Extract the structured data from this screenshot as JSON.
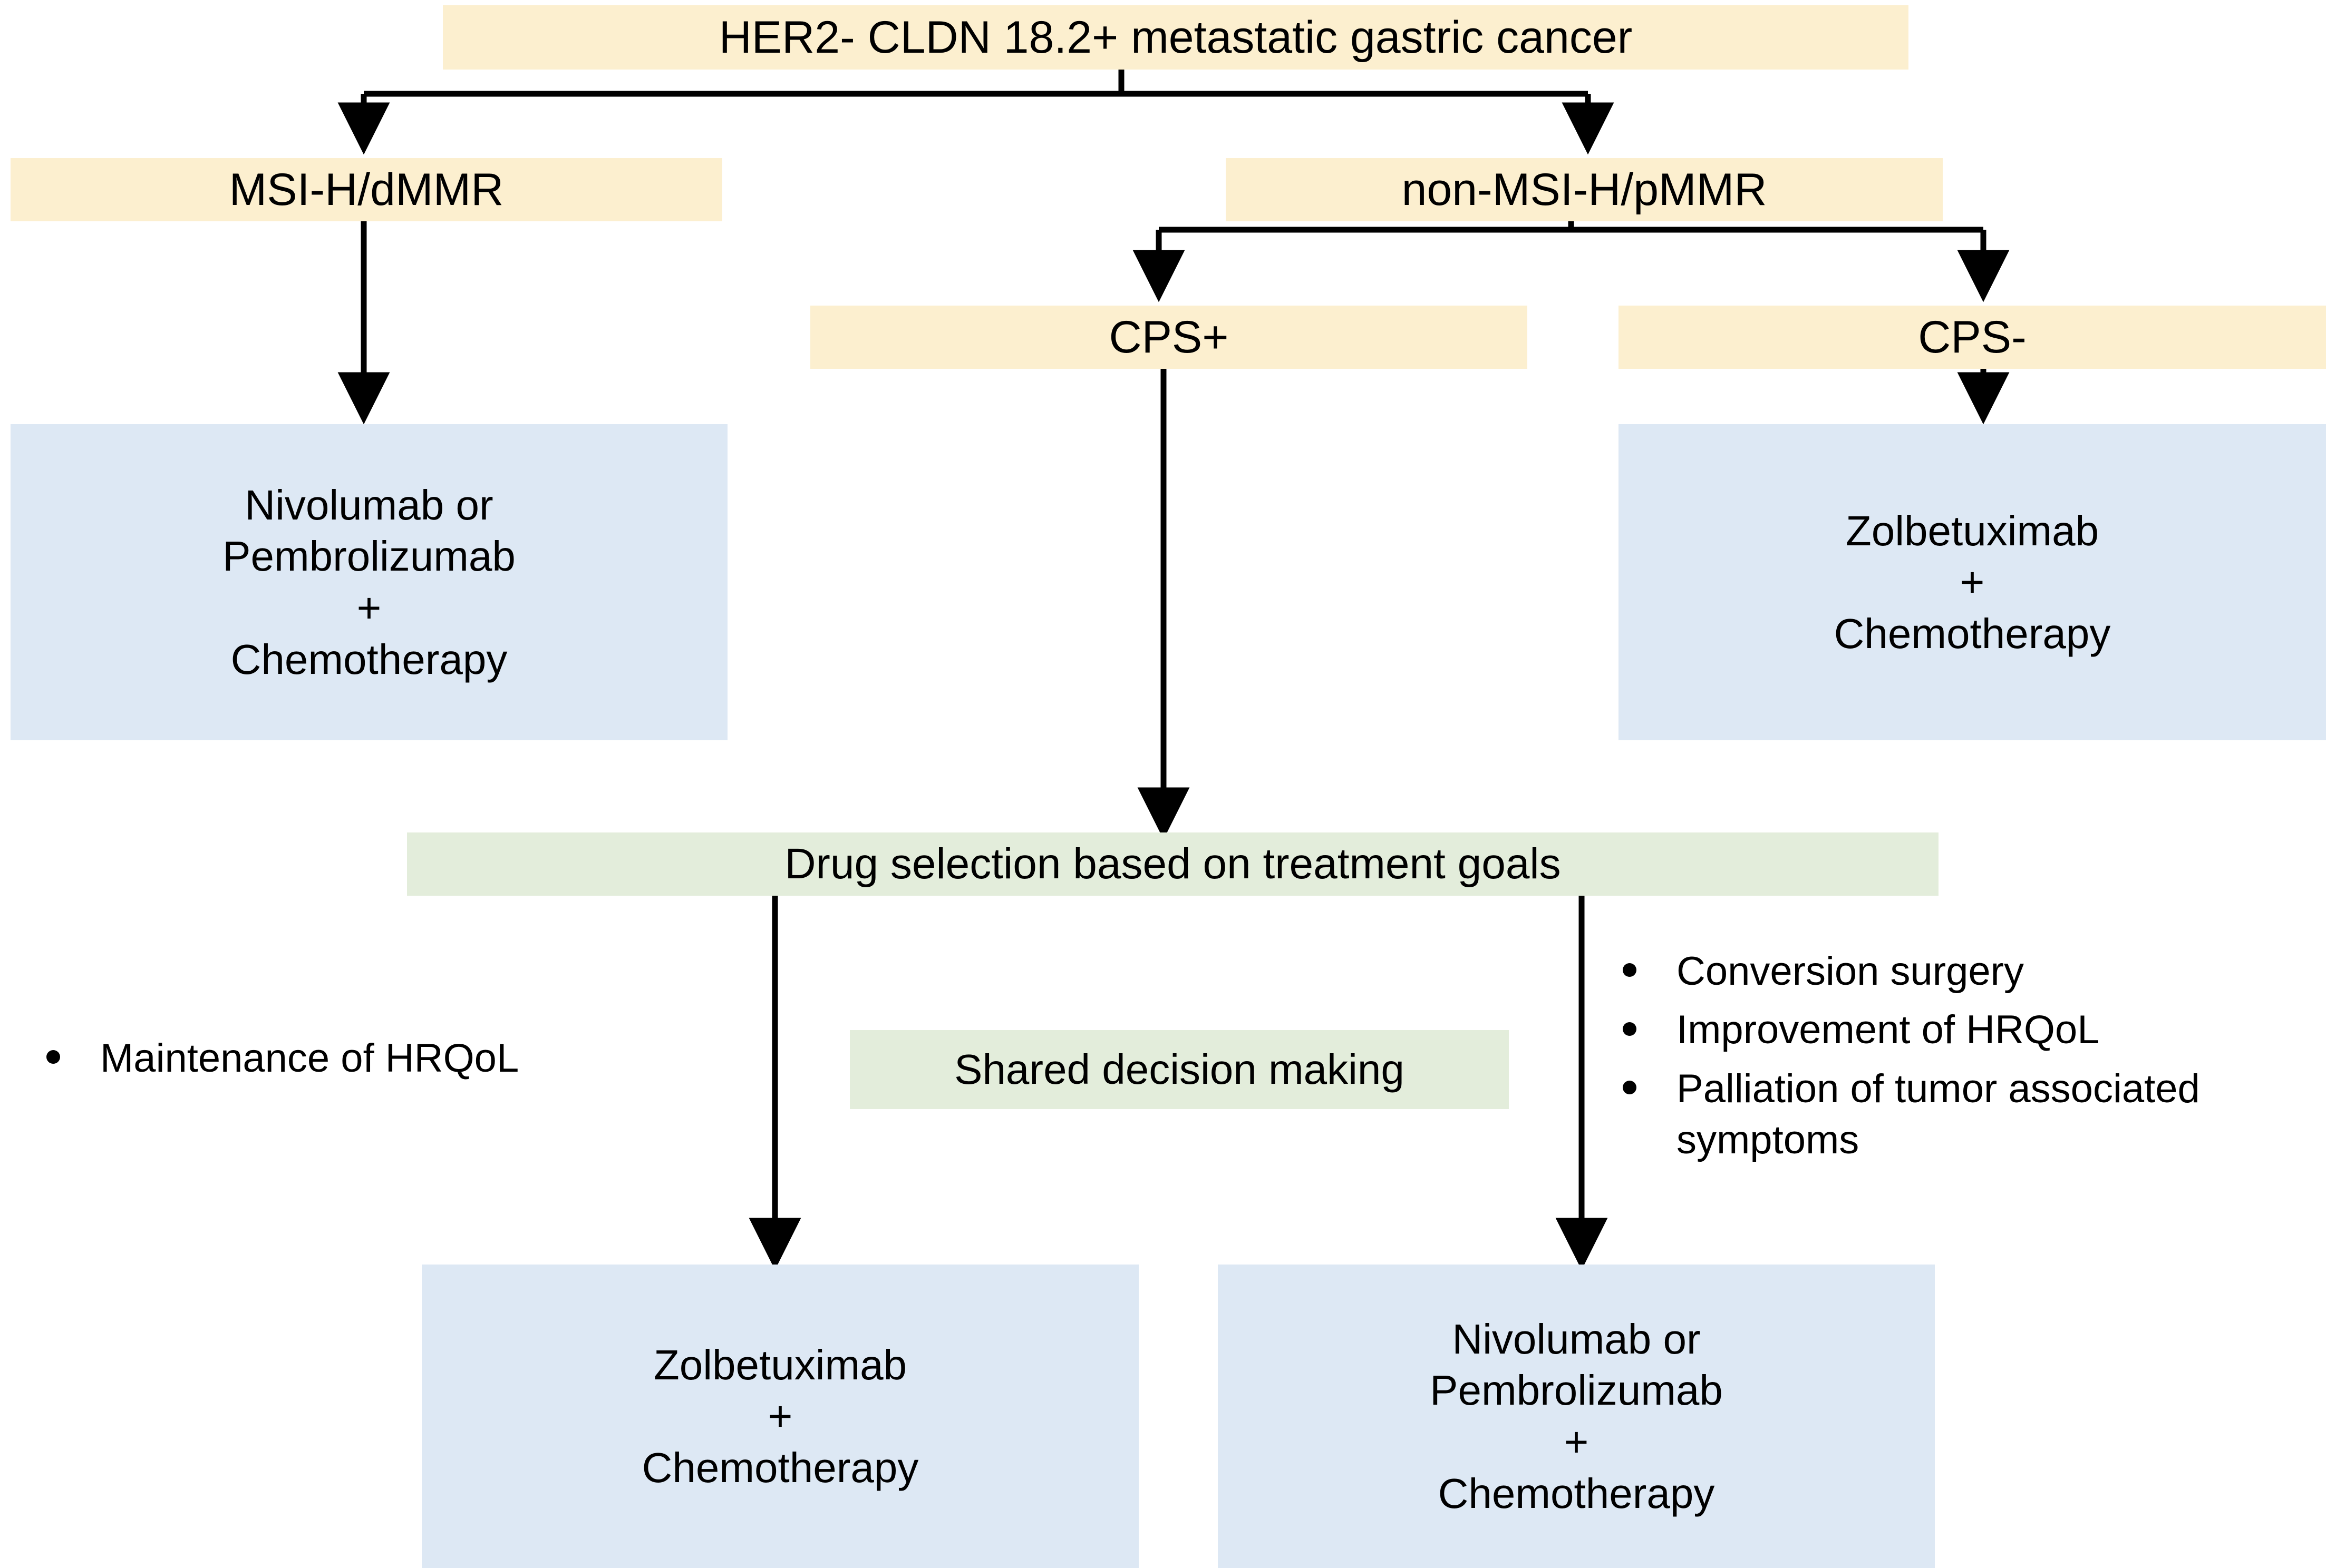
{
  "figure": {
    "type": "clinical-treatment-algorithm-flowchart",
    "title": "HER2- CLDN 18.2+ metastatic gastric cancer treatment algorithm"
  },
  "palette": {
    "cream": "#FCEFCF",
    "blue": "#DDE8F4",
    "green": "#E3EDDB",
    "line": "#000000",
    "text": "#000000",
    "background": "#FFFFFF"
  },
  "nodes": {
    "root": {
      "label": "HER2- CLDN 18.2+ metastatic gastric cancer"
    },
    "msi_high": {
      "label": "MSI-H/dMMR"
    },
    "non_msi_high": {
      "label": "non-MSI-H/pMMR"
    },
    "cps_positive": {
      "label": "CPS+"
    },
    "cps_negative": {
      "label": "CPS-"
    },
    "tx_msi_high": {
      "label": "Nivolumab or\nPembrolizumab\n+\nChemotherapy"
    },
    "tx_cps_negative": {
      "label": "Zolbetuximab\n+\nChemotherapy"
    },
    "drug_selection": {
      "label": "Drug selection based on treatment goals"
    },
    "shared_decision": {
      "label": "Shared decision making"
    },
    "tx_goal_left": {
      "label": "Zolbetuximab\n+\nChemotherapy"
    },
    "tx_goal_right": {
      "label": "Nivolumab or\nPembrolizumab\n+\nChemotherapy"
    }
  },
  "goal_lists": {
    "left": {
      "items": [
        "Maintenance of HRQoL"
      ]
    },
    "right": {
      "items": [
        "Conversion surgery",
        "Improvement of HRQoL",
        "Palliation of tumor associated symptoms"
      ]
    }
  }
}
